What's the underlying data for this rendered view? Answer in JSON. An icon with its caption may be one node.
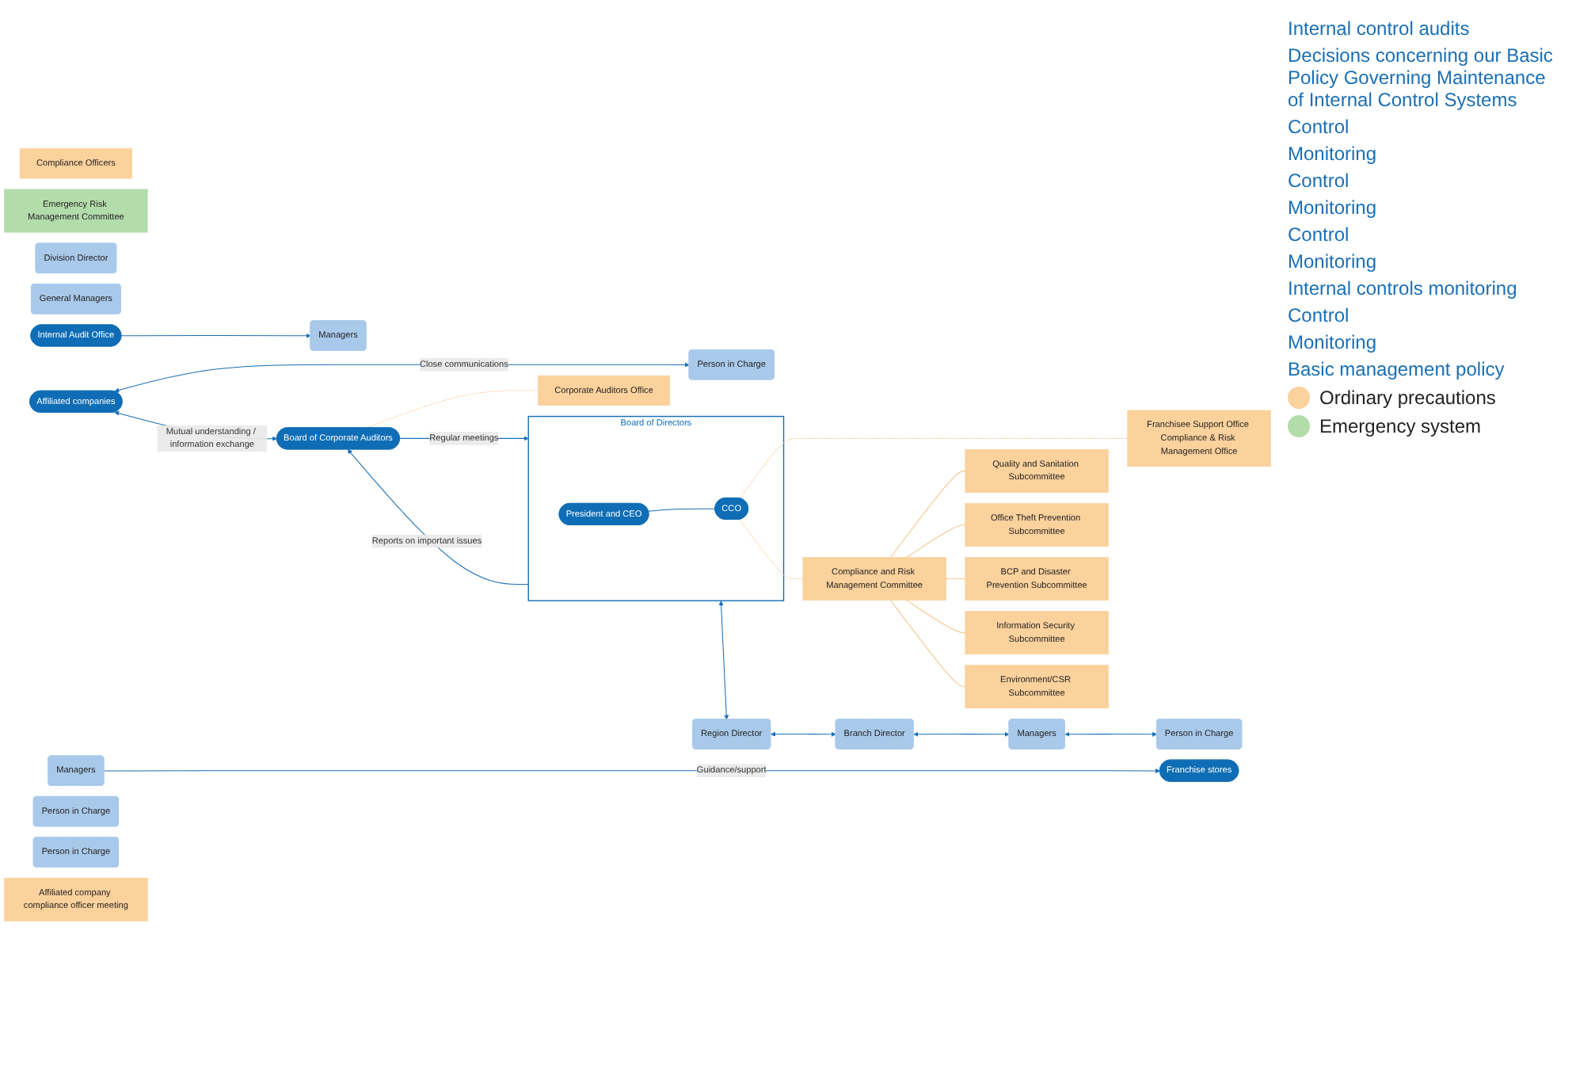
{
  "diagram": {
    "nodes": [
      {
        "text": [
          "Board of Corporate Auditors"
        ]
      },
      {
        "text": [
          "Corporate Auditors Office"
        ]
      },
      {
        "text": [
          "Board of Directors"
        ]
      },
      {
        "text": [
          "President and CEO"
        ],
        "in": 2
      },
      {
        "text": [
          "CCO"
        ],
        "in": 2
      },
      {
        "text": [
          "Franchisee Support Office Compliance & Risk Management Office"
        ]
      },
      {
        "text": [
          "Compliance Officers"
        ]
      },
      {
        "text": [
          "Compliance and Risk Management Committee"
        ]
      },
      {
        "text": [
          "Quality and Sanitation Subcommittee"
        ]
      },
      {
        "text": [
          "Office Theft Prevention Subcommittee"
        ]
      },
      {
        "text": [
          "BCP and Disaster Prevention Subcommittee"
        ]
      },
      {
        "text": [
          "Information Security Subcommittee"
        ]
      },
      {
        "text": [
          "Environment/CSR Subcommittee"
        ]
      },
      {
        "text": [
          "Emergency Risk Management Committee"
        ]
      },
      {
        "text": [
          "Division Director"
        ]
      },
      {
        "text": [
          "Region Director"
        ]
      },
      {
        "text": [
          "General Managers"
        ]
      },
      {
        "text": [
          "Branch Director"
        ]
      },
      {
        "text": [
          "Internal Audit Office"
        ]
      },
      {
        "text": [
          "Managers"
        ]
      },
      {
        "text": [
          "Managers"
        ]
      },
      {
        "text": [
          "Managers"
        ]
      },
      {
        "text": [
          "Franchise stores"
        ]
      },
      {
        "text": [
          "Affiliated companies"
        ]
      },
      {
        "text": [
          "Person in Charge"
        ]
      },
      {
        "text": [
          "Person in Charge"
        ]
      },
      {
        "text": [
          "Person in Charge"
        ]
      },
      {
        "text": [
          "Person in Charge"
        ]
      },
      {
        "text": [
          "Affiliated company compliance officer meeting"
        ]
      }
    ],
    "edges": [
      {
        "from": 0,
        "to": 2,
        "arrow": "to",
        "label": "Regular meetings"
      },
      {
        "from": 2,
        "to": 0,
        "arrow": "to",
        "label": "Reports on important issues"
      },
      {
        "from": 0,
        "to": 1,
        "arrow": "none",
        "style": "dashed",
        "color": "#f7c58f"
      },
      {
        "from": 4,
        "to": 5,
        "arrow": "none",
        "style": "dashed",
        "color": "#f7c58f"
      },
      {
        "from": 4,
        "to": 7,
        "arrow": "none",
        "style": "dashed",
        "color": "#f7c58f"
      },
      {
        "from": 7,
        "to": 8,
        "arrow": "none",
        "color": "#f7c58f"
      },
      {
        "from": 7,
        "to": 9,
        "arrow": "none",
        "color": "#f7c58f"
      },
      {
        "from": 7,
        "to": 10,
        "arrow": "none",
        "color": "#f7c58f"
      },
      {
        "from": 7,
        "to": 11,
        "arrow": "none",
        "color": "#f7c58f"
      },
      {
        "from": 7,
        "to": 12,
        "arrow": "none",
        "color": "#f7c58f"
      },
      {
        "from": 3,
        "to": 4,
        "arrow": "none"
      },
      {
        "from": 2,
        "to": 15,
        "arrow": "both"
      },
      {
        "from": 15,
        "to": 17,
        "arrow": "both"
      },
      {
        "from": 17,
        "to": 20,
        "arrow": "both"
      },
      {
        "from": 20,
        "to": 26,
        "arrow": "both"
      },
      {
        "from": 18,
        "to": 19,
        "arrow": "to"
      },
      {
        "from": 21,
        "to": 22,
        "arrow": "to",
        "label": "Guidance/support"
      },
      {
        "from": 23,
        "to": 24,
        "arrow": "both",
        "label": "Close communications"
      },
      {
        "from": 23,
        "to": 0,
        "arrow": "both",
        "label": "Mutual understanding / information exchange"
      }
    ],
    "labels": [
      "Internal control audits",
      "Decisions concerning our Basic Policy Governing Maintenance of Internal Control Systems",
      "Control",
      "Monitoring",
      "Control",
      "Monitoring",
      "Control",
      "Monitoring",
      "Internal controls monitoring",
      "Control",
      "Monitoring",
      "Basic management policy"
    ],
    "legend": [
      {
        "text": "Ordinary precautions",
        "color": "#fbd19c"
      },
      {
        "text": "Emergency system",
        "color": "#b3dcab"
      }
    ]
  }
}
